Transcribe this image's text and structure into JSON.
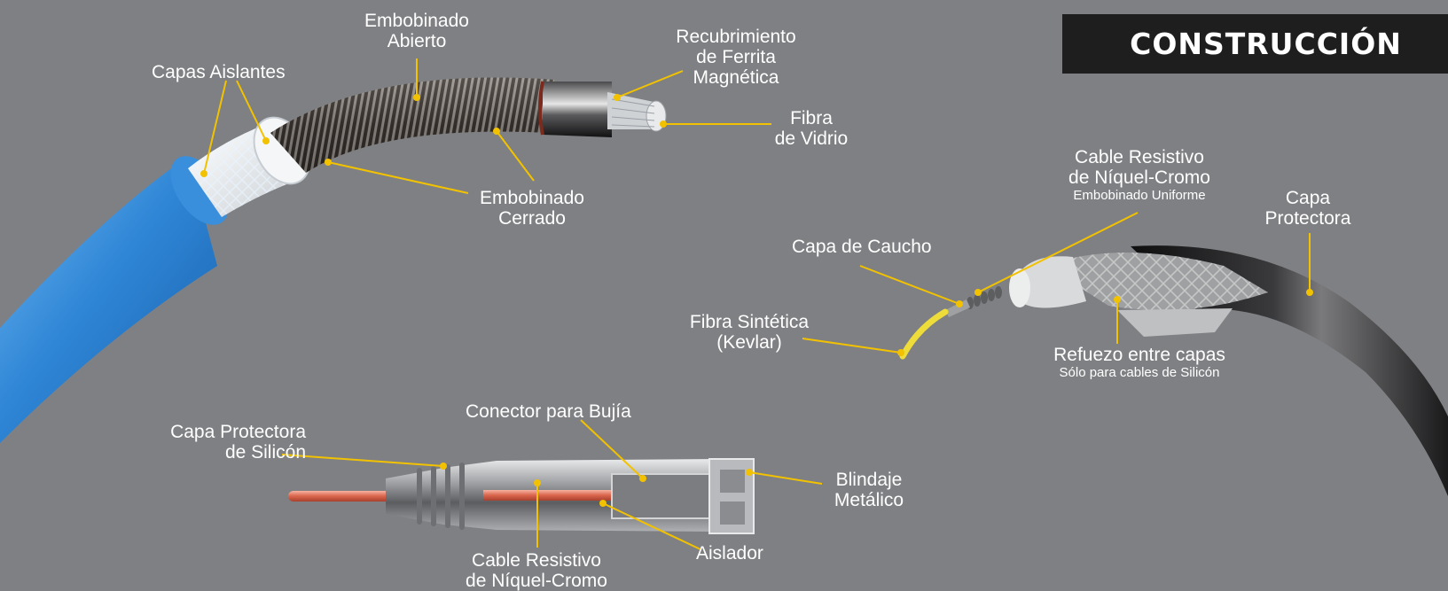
{
  "title": "CONSTRUCCIÓN",
  "colors": {
    "background": "#7f8083",
    "leader_line": "#f2c200",
    "title_bg": "#1e1e1f",
    "cable_blue": "#2f86d6",
    "cable_black": "#1a1a1a",
    "copper": "#e07a63",
    "kevlar": "#f0e040"
  },
  "labels": {
    "capas_aislantes": "Capas Aislantes",
    "embobinado_abierto": [
      "Embobinado",
      "Abierto"
    ],
    "recubrimiento": [
      "Recubrimiento",
      "de Ferrita",
      "Magnética"
    ],
    "fibra_vidrio": [
      "Fibra",
      "de Vidrio"
    ],
    "embobinado_cerrado": [
      "Embobinado",
      "Cerrado"
    ],
    "cable_resistivo_top": [
      "Cable Resistivo",
      "de Níquel-Cromo"
    ],
    "embobinado_uniforme": "Embobinado Uniforme",
    "capa_protectora": [
      "Capa",
      "Protectora"
    ],
    "capa_caucho": "Capa de Caucho",
    "fibra_sintetica": [
      "Fibra Sintética",
      "(Kevlar)"
    ],
    "refuerzo": "Refuezo entre capas",
    "solo_silicon": "Sólo para cables de Silicón",
    "capa_protectora_silicon": [
      "Capa Protectora",
      "de Silicón"
    ],
    "conector_bujia": "Conector para Bujía",
    "blindaje": [
      "Blindaje",
      "Metálico"
    ],
    "aislador": "Aislador",
    "cable_resistivo_bottom": [
      "Cable Resistivo",
      "de Níquel-Cromo"
    ]
  }
}
